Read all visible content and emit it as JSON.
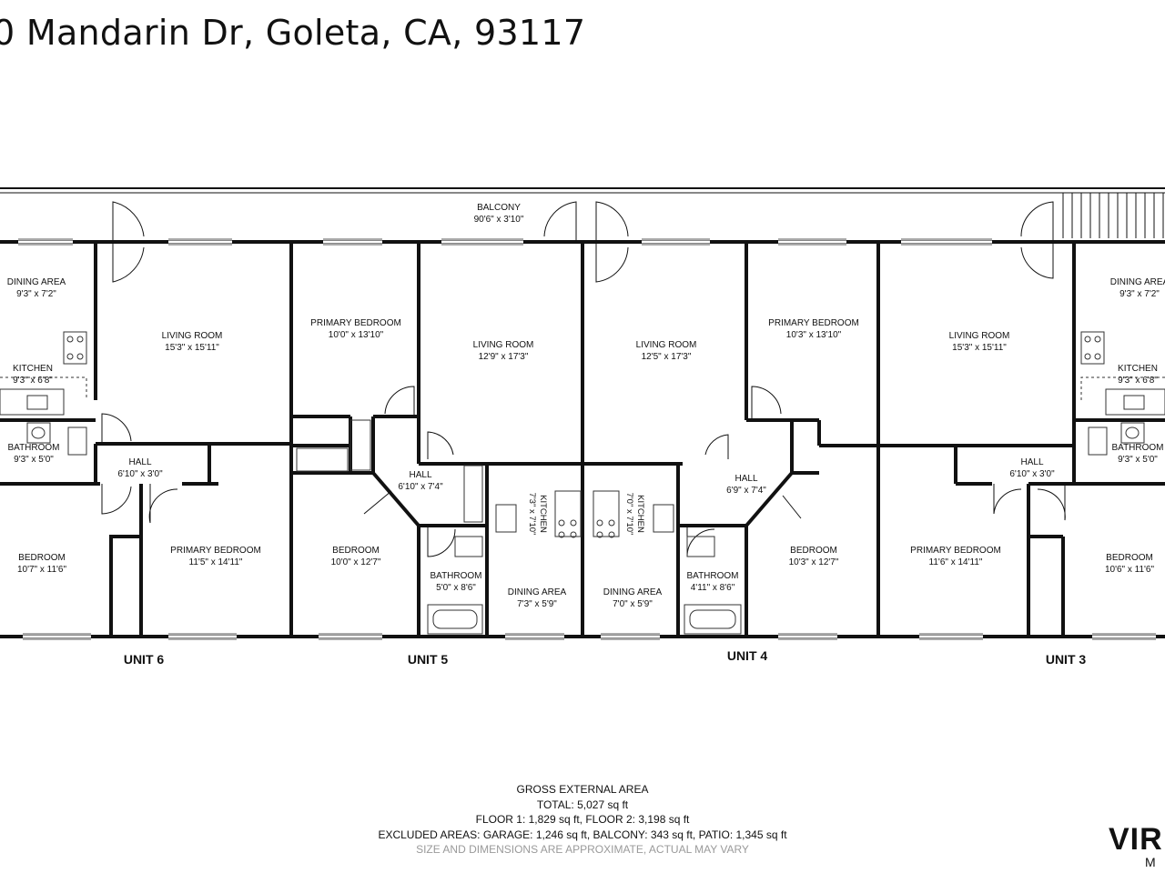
{
  "title": "0 Mandarin Dr, Goleta, CA, 93117",
  "rooms": [
    {
      "id": "balcony",
      "name": "BALCONY",
      "dims": "90'6\" x 3'10\""
    },
    {
      "id": "u6-dining",
      "name": "DINING AREA",
      "dims": "9'3\" x 7'2\""
    },
    {
      "id": "u6-living",
      "name": "LIVING ROOM",
      "dims": "15'3\" x 15'11\""
    },
    {
      "id": "u6-kitchen",
      "name": "KITCHEN",
      "dims": "9'3\" x 6'8\""
    },
    {
      "id": "u6-bathroom",
      "name": "BATHROOM",
      "dims": "9'3\" x 5'0\""
    },
    {
      "id": "u6-hall",
      "name": "HALL",
      "dims": "6'10\" x 3'0\""
    },
    {
      "id": "u6-bedroom",
      "name": "BEDROOM",
      "dims": "10'7\" x 11'6\""
    },
    {
      "id": "u6-primary",
      "name": "PRIMARY BEDROOM",
      "dims": "11'5\" x 14'11\""
    },
    {
      "id": "u5-primary",
      "name": "PRIMARY BEDROOM",
      "dims": "10'0\" x 13'10\""
    },
    {
      "id": "u5-living",
      "name": "LIVING ROOM",
      "dims": "12'9\" x 17'3\""
    },
    {
      "id": "u5-hall",
      "name": "HALL",
      "dims": "6'10\" x 7'4\""
    },
    {
      "id": "u5-bedroom",
      "name": "BEDROOM",
      "dims": "10'0\" x 12'7\""
    },
    {
      "id": "u5-bathroom",
      "name": "BATHROOM",
      "dims": "5'0\" x 8'6\""
    },
    {
      "id": "u5-dining",
      "name": "DINING AREA",
      "dims": "7'3\" x 5'9\""
    },
    {
      "id": "u5-kitchen",
      "name": "KITCHEN",
      "dims": "7'3\" x 7'10\""
    },
    {
      "id": "u4-kitchen",
      "name": "KITCHEN",
      "dims": "7'0\" x 7'10\""
    },
    {
      "id": "u4-living",
      "name": "LIVING ROOM",
      "dims": "12'5\" x 17'3\""
    },
    {
      "id": "u4-dining",
      "name": "DINING AREA",
      "dims": "7'0\" x 5'9\""
    },
    {
      "id": "u4-bathroom",
      "name": "BATHROOM",
      "dims": "4'11\" x 8'6\""
    },
    {
      "id": "u4-primary",
      "name": "PRIMARY BEDROOM",
      "dims": "10'3\" x 13'10\""
    },
    {
      "id": "u4-hall",
      "name": "HALL",
      "dims": "6'9\" x 7'4\""
    },
    {
      "id": "u4-bedroom",
      "name": "BEDROOM",
      "dims": "10'3\" x 12'7\""
    },
    {
      "id": "u3-living",
      "name": "LIVING ROOM",
      "dims": "15'3\" x 15'11\""
    },
    {
      "id": "u3-primary",
      "name": "PRIMARY BEDROOM",
      "dims": "11'6\" x 14'11\""
    },
    {
      "id": "u3-hall",
      "name": "HALL",
      "dims": "6'10\" x 3'0\""
    },
    {
      "id": "u3-dining",
      "name": "DINING AREA",
      "dims": "9'3\" x 7'2\""
    },
    {
      "id": "u3-kitchen",
      "name": "KITCHEN",
      "dims": "9'3\" x 6'8\""
    },
    {
      "id": "u3-bathroom",
      "name": "BATHROOM",
      "dims": "9'3\" x 5'0\""
    },
    {
      "id": "u3-bedroom",
      "name": "BEDROOM",
      "dims": "10'6\" x 11'6\""
    }
  ],
  "units": [
    "UNIT 6",
    "UNIT 5",
    "UNIT 4",
    "UNIT 3"
  ],
  "footer": {
    "heading": "GROSS EXTERNAL AREA",
    "total": "TOTAL: 5,027 sq ft",
    "floors": "FLOOR 1: 1,829 sq ft, FLOOR 2: 3,198 sq ft",
    "excluded": "EXCLUDED AREAS: GARAGE: 1,246 sq ft, BALCONY: 343 sq ft, PATIO: 1,345 sq ft",
    "note": "SIZE AND DIMENSIONS ARE APPROXIMATE, ACTUAL MAY VARY"
  },
  "brand": {
    "logo": "VIR",
    "sub": "M"
  },
  "colors": {
    "wall": "#111111",
    "window": "#555555",
    "fixture": "#333333",
    "note": "#9a9a9a"
  }
}
